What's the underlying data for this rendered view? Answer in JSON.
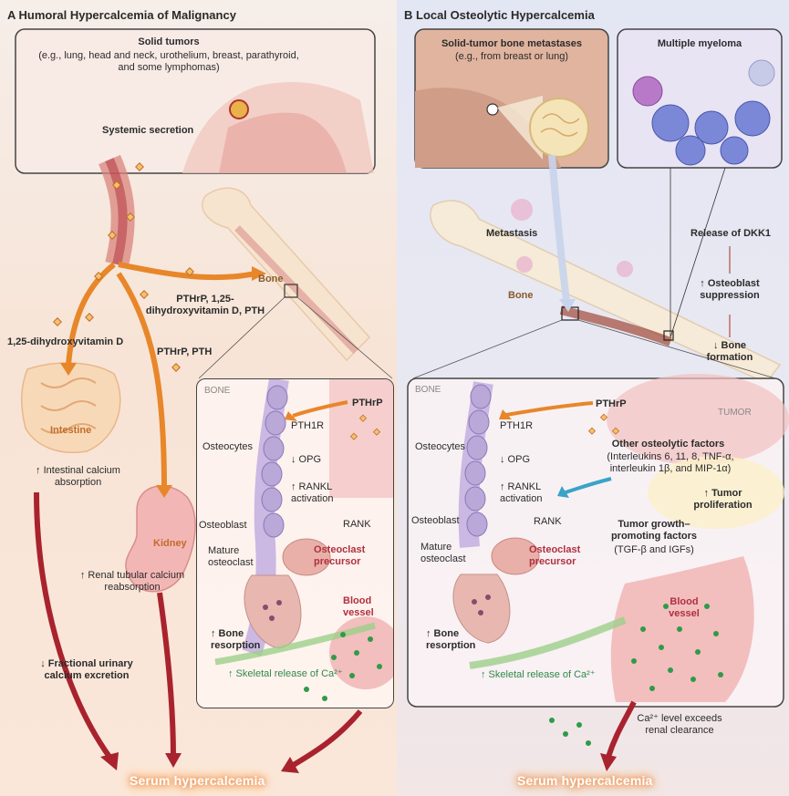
{
  "panel_a": {
    "title": "A  Humoral Hypercalcemia of Malignancy",
    "solid_tumors": "Solid tumors",
    "solid_tumors_examples": "(e.g., lung, head and neck, urothelium, breast, parathyroid, and some lymphomas)",
    "systemic_secretion": "Systemic secretion",
    "bone": "Bone",
    "pthrp_vitd_pth": "PTHrP, 1,25-dihydroxyvitamin D, PTH",
    "vitd": "1,25-dihydroxyvitamin D",
    "pthrp_pth": "PTHrP, PTH",
    "intestine": "Intestine",
    "intestinal_absorption": "↑ Intestinal calcium absorption",
    "kidney": "Kidney",
    "renal_reabsorption": "↑ Renal tubular calcium reabsorption",
    "fractional_excretion": "↓ Fractional urinary calcium excretion",
    "inset": {
      "bone_tag": "BONE",
      "pthrp": "PTHrP",
      "pth1r": "PTH1R",
      "osteocytes": "Osteocytes",
      "opg": "↓ OPG",
      "rankl": "↑ RANKL activation",
      "osteoblast": "Osteoblast",
      "rank": "RANK",
      "mature_osteoclast": "Mature osteoclast",
      "osteoclast_precursor": "Osteoclast precursor",
      "blood_vessel": "Blood vessel",
      "bone_resorption": "↑ Bone resorption",
      "skeletal_release": "↑ Skeletal release of Ca²⁺"
    },
    "serum": "Serum hypercalcemia"
  },
  "panel_b": {
    "title": "B  Local Osteolytic Hypercalcemia",
    "metastases": "Solid-tumor bone metastases",
    "metastases_examples": "(e.g., from breast or lung)",
    "myeloma": "Multiple myeloma",
    "metastasis": "Metastasis",
    "release_dkk1": "Release of DKK1",
    "osteoblast_suppression": "↑ Osteoblast suppression",
    "bone_formation": "↓ Bone formation",
    "bone": "Bone",
    "inset": {
      "bone_tag": "BONE",
      "tumor_tag": "TUMOR",
      "pthrp": "PTHrP",
      "pth1r": "PTH1R",
      "osteocytes": "Osteocytes",
      "opg": "↓ OPG",
      "other_factors": "Other osteolytic factors",
      "other_factors_list": "(Interleukins 6, 11, 8, TNF-α, interleukin 1β, and MIP-1α)",
      "rankl": "↑ RANKL activation",
      "tumor_proliferation": "↑ Tumor proliferation",
      "osteoblast": "Osteoblast",
      "rank": "RANK",
      "growth_factors": "Tumor growth–promoting factors",
      "growth_factors_list": "(TGF-β and IGFs)",
      "mature_osteoclast": "Mature osteoclast",
      "osteoclast_precursor": "Osteoclast precursor",
      "blood_vessel": "Blood vessel",
      "bone_resorption": "↑ Bone resorption",
      "skeletal_release": "↑ Skeletal release of Ca²⁺"
    },
    "ca_exceeds": "Ca²⁺ level exceeds renal clearance",
    "serum": "Serum hypercalcemia"
  },
  "colors": {
    "arrow_orange": "#e8862a",
    "arrow_red": "#a8232e",
    "arrow_green": "#9ccf8a",
    "arrow_blue": "#39a3c9",
    "tissue_pink": "#f3c6c0",
    "cell_purple": "#b9a8d8",
    "calcium_green": "#2f9a4a"
  }
}
